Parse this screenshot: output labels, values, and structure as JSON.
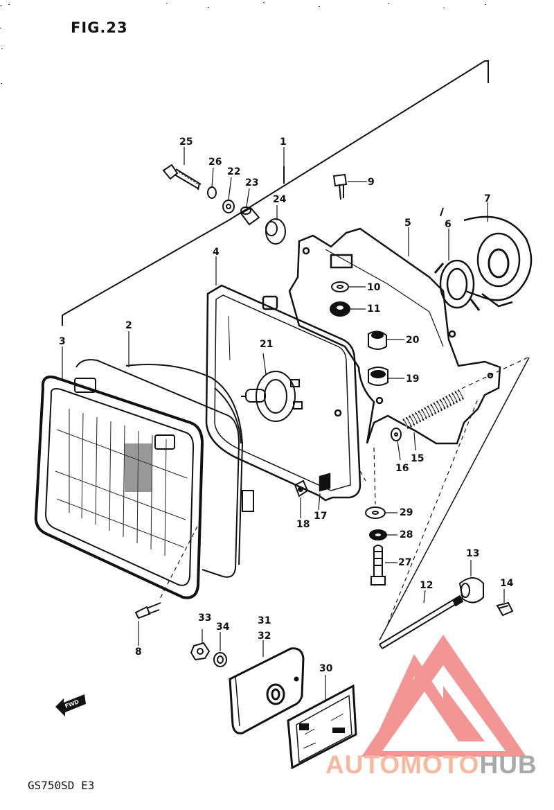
{
  "figure": {
    "title": "FIG.23",
    "model": "GS750SD E3",
    "fwd_arrow_text": "FWD"
  },
  "callouts": [
    "1",
    "2",
    "3",
    "4",
    "5",
    "6",
    "7",
    "8",
    "9",
    "10",
    "11",
    "12",
    "13",
    "14",
    "15",
    "16",
    "17",
    "18",
    "19",
    "20",
    "21",
    "22",
    "23",
    "24",
    "25",
    "26",
    "27",
    "28",
    "29",
    "30",
    "31",
    "32",
    "33",
    "34"
  ],
  "watermark": {
    "brand_part1": "AUTOMOTO",
    "brand_part2": "HUB",
    "color_main": "#f7b89f",
    "color_secondary": "#a9a9a9",
    "logo_color": "#f28a8a"
  },
  "colors": {
    "ink": "#111111",
    "paper": "#ffffff"
  }
}
